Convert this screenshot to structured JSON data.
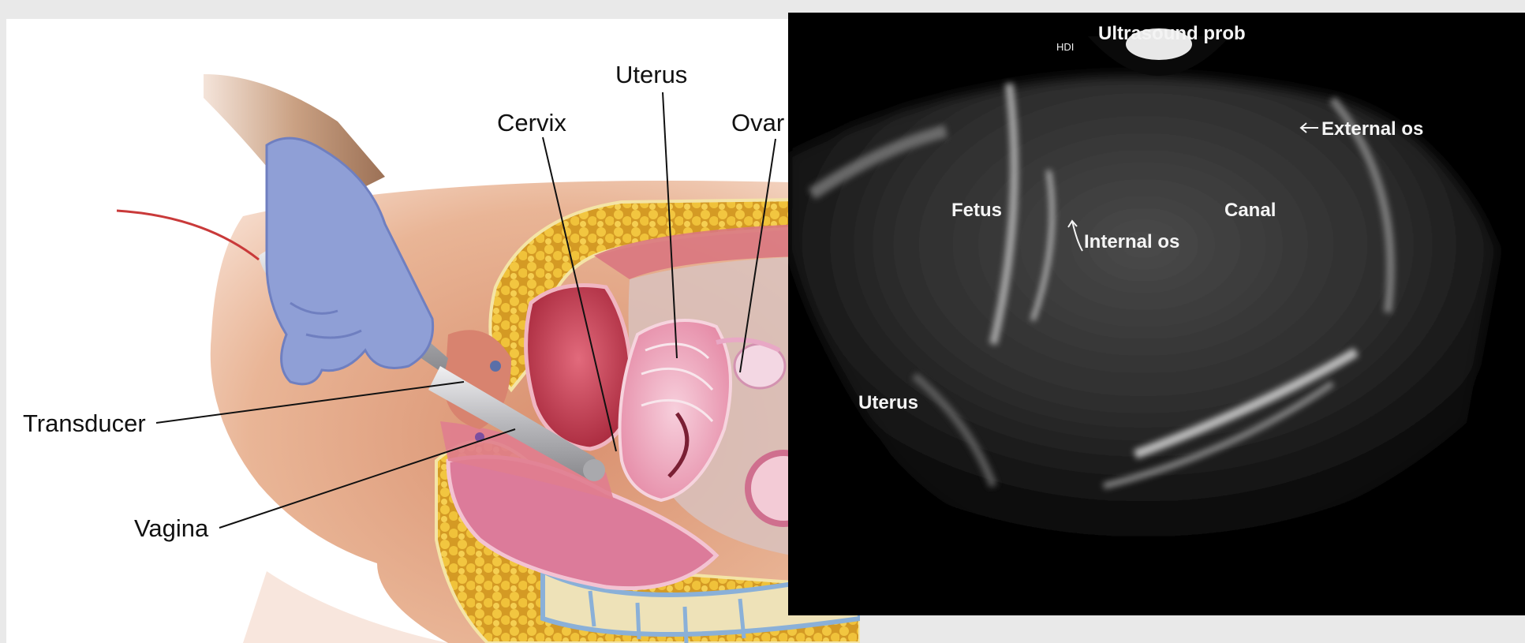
{
  "illustration": {
    "labels": {
      "uterus": "Uterus",
      "cervix": "Cervix",
      "ovary": "Ovar",
      "transducer": "Transducer",
      "vagina": "Vagina"
    },
    "colors": {
      "glove": "#8f9fd6",
      "skin": "#e3a88a",
      "fat": "#e8b93a",
      "uterus": "#e8a0b4",
      "probe": "#b9b9bd"
    }
  },
  "ultrasound": {
    "labels": {
      "probe": "Ultrasound prob",
      "external_os": "External os",
      "fetus": "Fetus",
      "canal": "Canal",
      "internal_os": "Internal os",
      "uterus": "Uterus",
      "marker": "HDI"
    }
  }
}
